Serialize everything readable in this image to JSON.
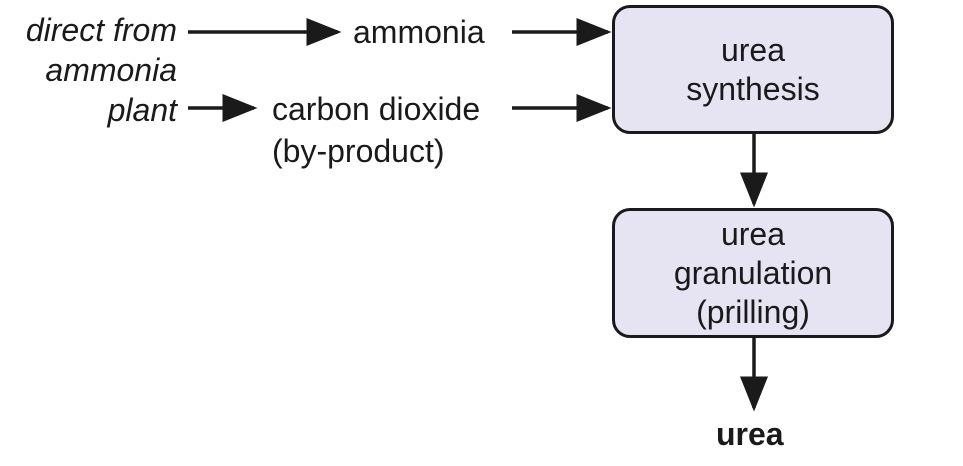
{
  "source": {
    "lines": [
      "direct from",
      "ammonia",
      "plant"
    ]
  },
  "inputs": {
    "ammonia": "ammonia",
    "co2_line1": "carbon dioxide",
    "co2_line2": "(by-product)"
  },
  "boxes": {
    "synthesis": {
      "lines": [
        "urea",
        "synthesis"
      ]
    },
    "granulation": {
      "lines": [
        "urea",
        "granulation",
        "(prilling)"
      ]
    }
  },
  "output": {
    "label": "urea"
  },
  "colors": {
    "box_fill": "#e6e3f3",
    "stroke": "#1a1a1a"
  }
}
